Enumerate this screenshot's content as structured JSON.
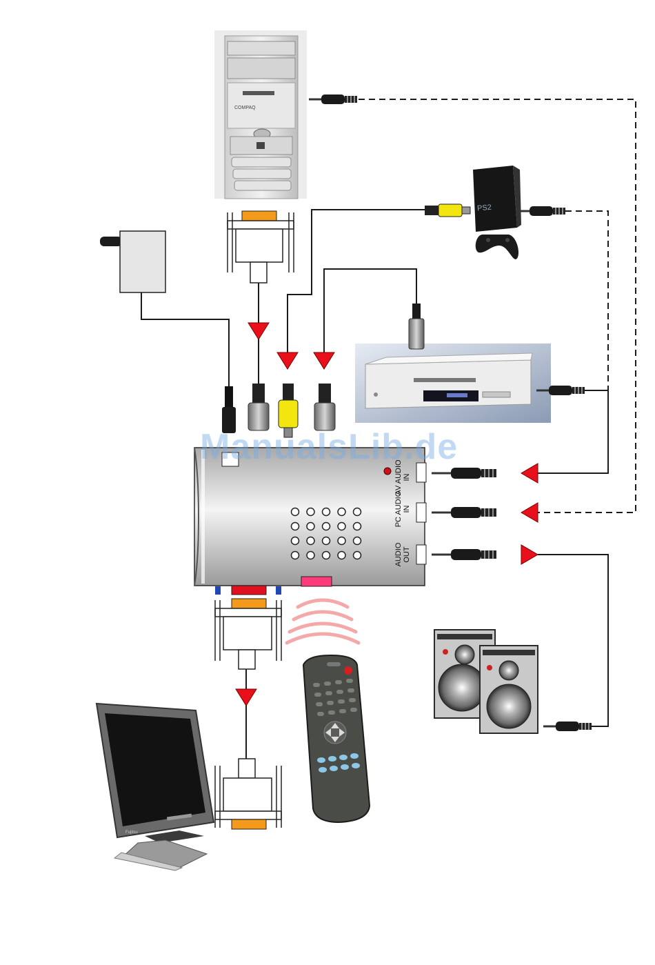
{
  "watermark": "ManualsLib.de",
  "ports": {
    "av_audio_in": "AV  AUDIO\nIN",
    "pc_audio_in": "PC  AUDIO\nIN",
    "audio_out": "AUDIO\nOUT"
  },
  "brands": {
    "pc": "COMPAQ",
    "console": "PS2",
    "monitor": "Fujitsu"
  },
  "colors": {
    "arrow": "#e8101a",
    "vga_orange": "#f39a1a",
    "rca_yellow": "#f3e60f",
    "box_gray": "#c8c8c8"
  }
}
